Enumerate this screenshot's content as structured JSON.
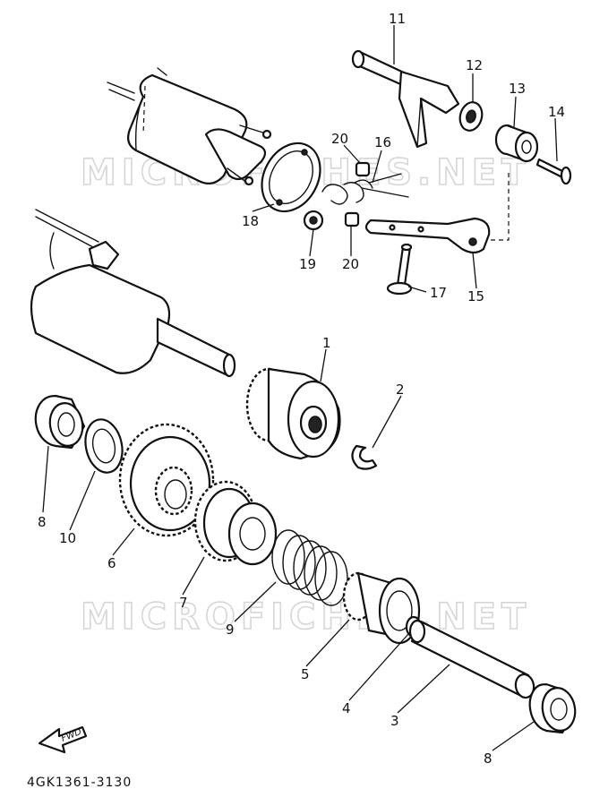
{
  "watermark": "MICROFICHES.NET",
  "footer_code": "4GK1361-3130",
  "direction_label": "FWD",
  "callouts": {
    "p1": "1",
    "p2": "2",
    "p3": "3",
    "p4": "4",
    "p5": "5",
    "p6": "6",
    "p7": "7",
    "p8a": "8",
    "p8b": "8",
    "p9": "9",
    "p10": "10",
    "p11": "11",
    "p12": "12",
    "p13": "13",
    "p14": "14",
    "p15": "15",
    "p16": "16",
    "p17": "17",
    "p18": "18",
    "p19": "19",
    "p20a": "20",
    "p20b": "20"
  }
}
